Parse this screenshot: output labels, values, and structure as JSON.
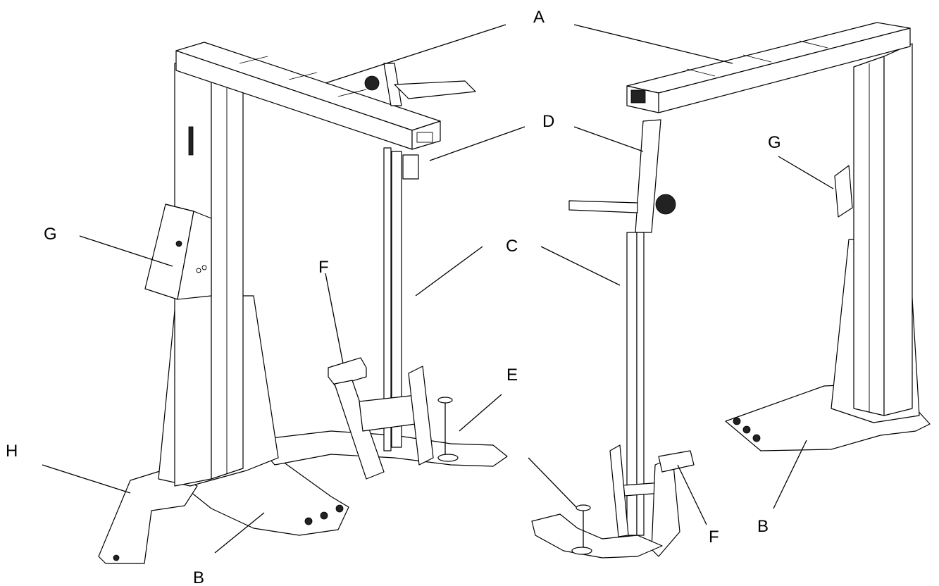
{
  "labels": {
    "A": "A",
    "B": "B",
    "C": "C",
    "D": "D",
    "E": "E",
    "F": "F",
    "G": "G",
    "H": "H"
  },
  "colors": {
    "background": "#ffffff",
    "line": "#000000"
  }
}
